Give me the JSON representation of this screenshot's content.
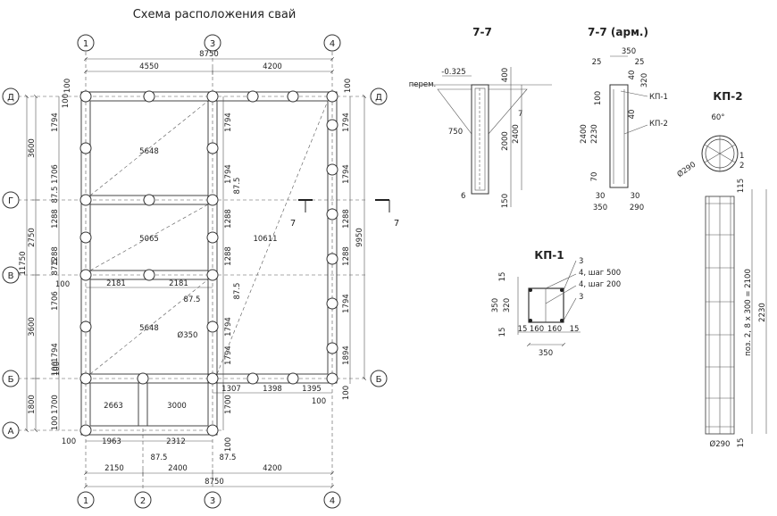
{
  "title": "Схема расположения свай",
  "axes": {
    "columns": [
      "1",
      "2",
      "3",
      "4"
    ],
    "rows": [
      "Д",
      "Г",
      "В",
      "Б",
      "А"
    ]
  },
  "top_dims": [
    "8750",
    "4550",
    "4200"
  ],
  "bottom_dims": [
    "2150",
    "2400",
    "4200",
    "8750"
  ],
  "left_dims": [
    "3600",
    "2750",
    "3600",
    "1800",
    "11750"
  ],
  "right_dim": "9950",
  "plan_labels": {
    "d1": "1794",
    "d2": "1706",
    "d3": "87.5",
    "d4": "1288",
    "d5": "1288",
    "d6": "87.5",
    "d7": "1706",
    "d8": "1794",
    "d9": "100",
    "d10": "1700",
    "d11": "100",
    "diag1": "5648",
    "diag2": "5065",
    "diag3": "5648",
    "diag4": "10611",
    "pile_dia": "Ø350",
    "c1": "2181",
    "c2": "2181",
    "c3": "87.5",
    "c4": "100",
    "c5": "1307",
    "c6": "1398",
    "c7": "1395",
    "c8": "100",
    "c9": "2663",
    "c10": "3000",
    "c11": "1963",
    "c12": "2312",
    "c13": "87.5",
    "c14": "87.5",
    "c15": "100",
    "r1": "1794",
    "r2": "1794",
    "r3": "1288",
    "r4": "1288",
    "r5": "1794",
    "r6": "1894",
    "r7": "100",
    "m1": "1794",
    "m2": "1794",
    "m3": "87.5",
    "m4": "1288",
    "m5": "1288",
    "m6": "87.5",
    "m7": "1794",
    "m8": "1794",
    "m9": "1700",
    "m10": "100",
    "s100a": "100",
    "s100b": "100",
    "s100c": "100",
    "s100d": "100",
    "cut_label": "7"
  },
  "section_77": {
    "title": "7-7",
    "level": "-0.325",
    "note": "перем.",
    "dims": [
      "400",
      "2400",
      "2000",
      "150",
      "750"
    ],
    "callouts": [
      "7",
      "6"
    ]
  },
  "section_77_arm": {
    "title": "7-7 (арм.)",
    "dims": [
      "350",
      "25",
      "25",
      "40",
      "320",
      "100",
      "40",
      "2400",
      "2230",
      "70",
      "30",
      "30",
      "350",
      "290"
    ],
    "callouts": [
      "КП-1",
      "КП-2"
    ]
  },
  "kp1": {
    "title": "КП-1",
    "dims": [
      "15",
      "350",
      "320",
      "15",
      "160",
      "160",
      "15",
      "15",
      "350"
    ],
    "callouts": [
      "3",
      "4, шаг 500",
      "4, шаг 200",
      "3"
    ]
  },
  "kp2": {
    "title": "КП-2",
    "angle": "60°",
    "dia": "Ø290",
    "callouts": [
      "1",
      "2"
    ],
    "dims": [
      "115",
      "поз. 2, 8 x 300 = 2100",
      "2230",
      "15",
      "Ø290"
    ]
  }
}
